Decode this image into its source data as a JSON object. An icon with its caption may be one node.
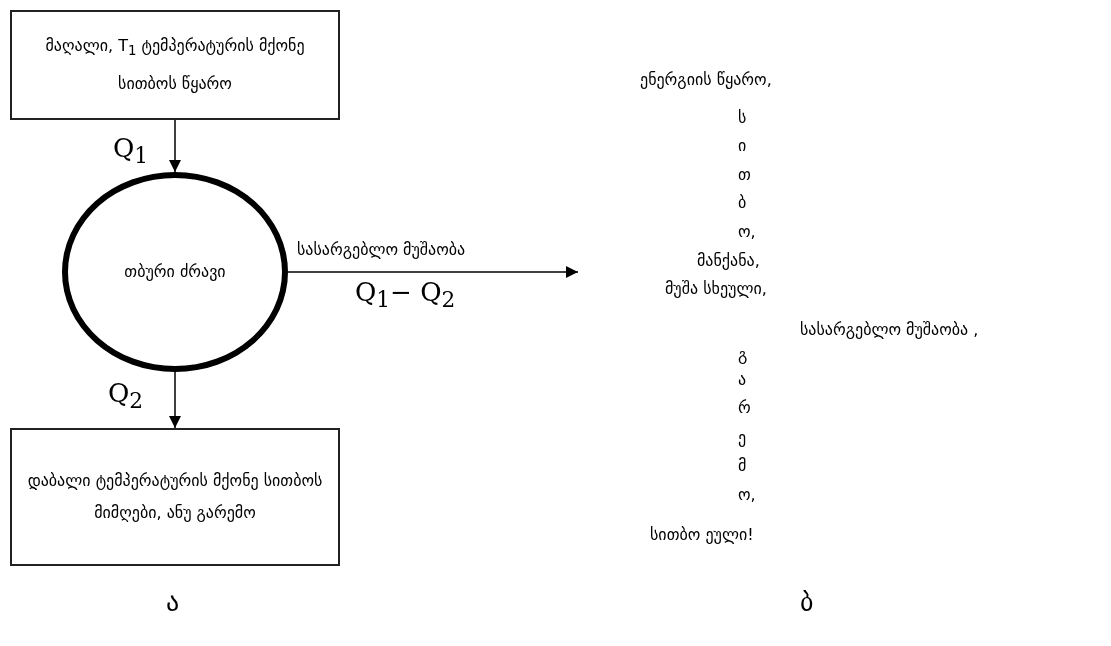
{
  "diagram": {
    "nodes": [
      {
        "text": [
          "მაღალი, T$_{1}$ ტემპერატურის მქონე სითბოს წყარო"
        ]
      },
      {
        "text": [
          "თბური ძრავი"
        ]
      },
      {
        "text": [
          "დაბალი ტემპერატურის მქონე სითბოს მიმღები, ანუ გარემო"
        ]
      }
    ],
    "edges": [
      {
        "from": 0,
        "to": 1,
        "arrow": "to",
        "label": "Q$_{1}$"
      },
      {
        "from": 1,
        "to": 2,
        "arrow": "to",
        "label": "Q$_{2}$"
      },
      {
        "from": 1,
        "to": null,
        "arrow": "to",
        "label": "სასარგებლო მუშაობა"
      }
    ],
    "labels": [
      "Q$_{1}$− Q$_{2}$",
      "ენერგიის წყარო,",
      "ს",
      "ი",
      "თ",
      "ბ",
      "ო,",
      "მანქანა,",
      "მუშა სხეული,",
      "სასარგებლო მუშაობა ,",
      "გ",
      "ა",
      "რ",
      "ე",
      "მ",
      "ო,",
      "სითბო ეული!",
      "ა",
      "ბ"
    ]
  }
}
